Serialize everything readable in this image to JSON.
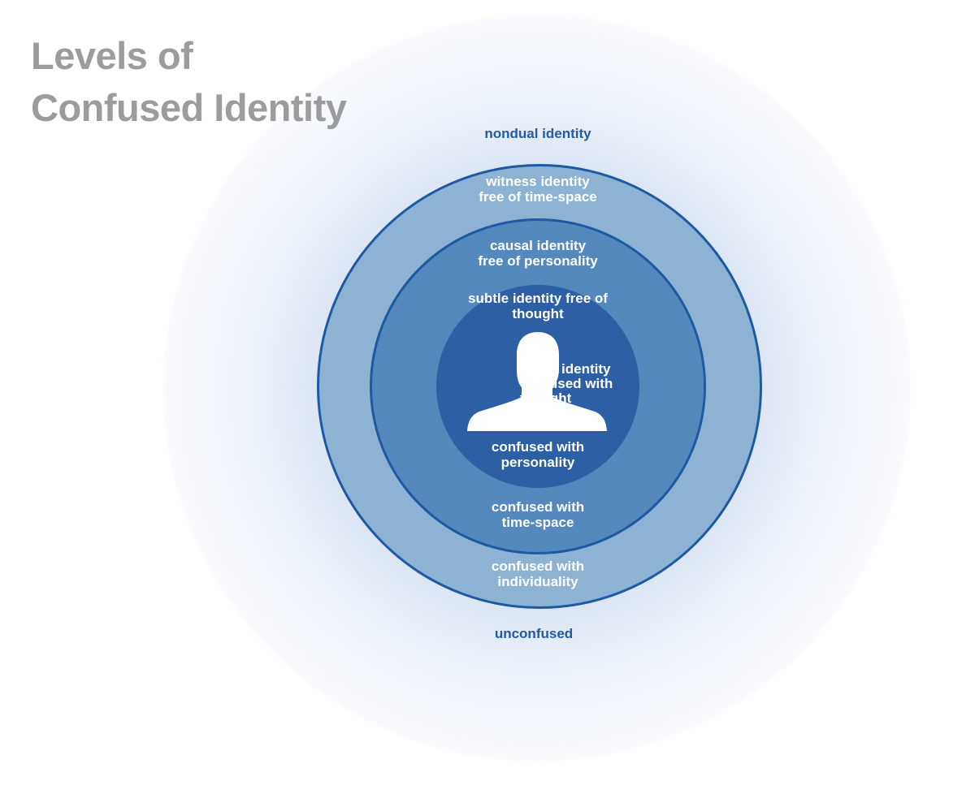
{
  "title": {
    "line1": "Levels of",
    "line2": "Confused Identity"
  },
  "labels": {
    "nondual": "nondual identity",
    "witness": "witness identity\nfree of time-space",
    "causal": "causal identity\nfree of personality",
    "subtle": "subtle identity free of\nthought",
    "gross": "gross identity\nconfused with\nthought",
    "confused_personality": "confused with\npersonality",
    "confused_time_space": "confused with\ntime-space",
    "confused_individuality": "confused with\nindividuality",
    "unconfused": "unconfused"
  },
  "icons": {
    "center": "person-silhouette-icon"
  },
  "colors": {
    "title": "#9c9c9c",
    "dark_label": "#2459a5",
    "ring_outer": "#8db3d4",
    "ring_mid": "#5489bd",
    "ring_inner": "#2c5fa4",
    "ring_border": "#1e5aa3"
  }
}
